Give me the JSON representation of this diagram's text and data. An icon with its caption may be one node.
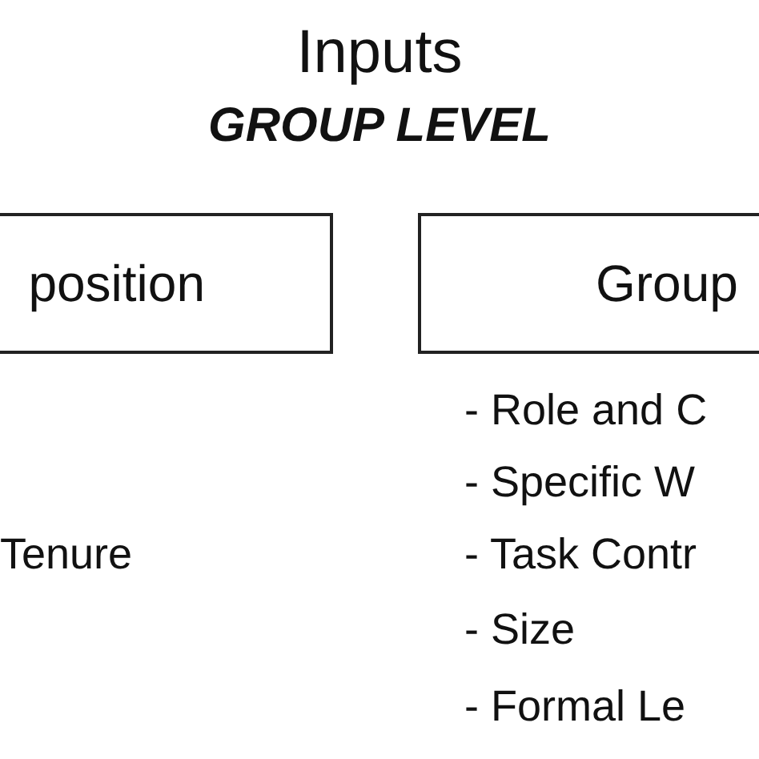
{
  "diagram": {
    "title": "Inputs",
    "nodes": [
      {
        "text": [
          "position"
        ]
      },
      {
        "text": [
          "Group"
        ]
      }
    ],
    "labels": [
      "GROUP LEVEL",
      "Tenure",
      "- Role and C",
      "- Specific W",
      "- Task Contr",
      "- Size",
      "- Formal Le"
    ]
  }
}
